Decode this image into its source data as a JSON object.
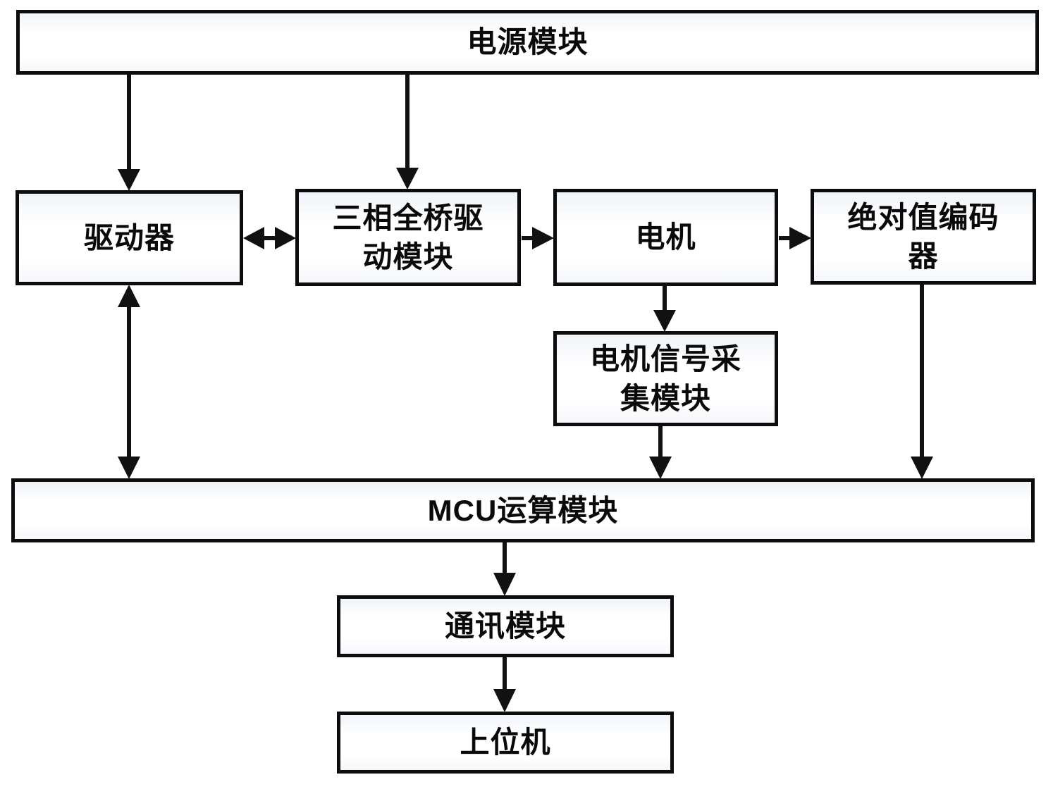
{
  "diagram": {
    "nodes": {
      "power": {
        "label": "电源模块"
      },
      "driver": {
        "label": "驱动器"
      },
      "bridge": {
        "label": "三相全桥驱\n动模块"
      },
      "motor": {
        "label": "电机"
      },
      "encoder": {
        "label": "绝对值编码\n器"
      },
      "signal": {
        "label": "电机信号采\n集模块"
      },
      "mcu": {
        "label": "MCU运算模块"
      },
      "comm": {
        "label": "通讯模块"
      },
      "host": {
        "label": "上位机"
      }
    },
    "edges": [
      {
        "from": "电源模块",
        "to": "驱动器",
        "type": "arrow"
      },
      {
        "from": "电源模块",
        "to": "三相全桥驱动模块",
        "type": "arrow"
      },
      {
        "from": "驱动器",
        "to": "三相全桥驱动模块",
        "type": "double-arrow"
      },
      {
        "from": "三相全桥驱动模块",
        "to": "电机",
        "type": "arrow"
      },
      {
        "from": "电机",
        "to": "绝对值编码器",
        "type": "arrow"
      },
      {
        "from": "电机",
        "to": "电机信号采集模块",
        "type": "arrow"
      },
      {
        "from": "电机信号采集模块",
        "to": "MCU运算模块",
        "type": "arrow"
      },
      {
        "from": "驱动器",
        "to": "MCU运算模块",
        "type": "double-arrow"
      },
      {
        "from": "绝对值编码器",
        "to": "MCU运算模块",
        "type": "arrow"
      },
      {
        "from": "MCU运算模块",
        "to": "通讯模块",
        "type": "arrow"
      },
      {
        "from": "通讯模块",
        "to": "上位机",
        "type": "arrow"
      }
    ],
    "colors": {
      "line": "#111111",
      "border": "#0d0d0d",
      "background": "#ffffff",
      "text": "#0a0a0a"
    }
  }
}
